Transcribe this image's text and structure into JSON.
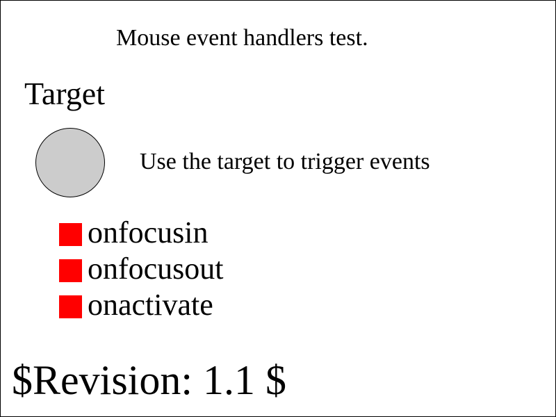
{
  "header": {
    "title": "Mouse event handlers test."
  },
  "target": {
    "heading": "Target",
    "fill_color": "#cccccc",
    "stroke_color": "#000000",
    "instructions": "Use the target to trigger events"
  },
  "events": {
    "marker_color": "#ff0000",
    "items": [
      {
        "label": "onfocusin"
      },
      {
        "label": "onfocusout"
      },
      {
        "label": "onactivate"
      }
    ]
  },
  "footer": {
    "revision": "$Revision: 1.1 $"
  }
}
